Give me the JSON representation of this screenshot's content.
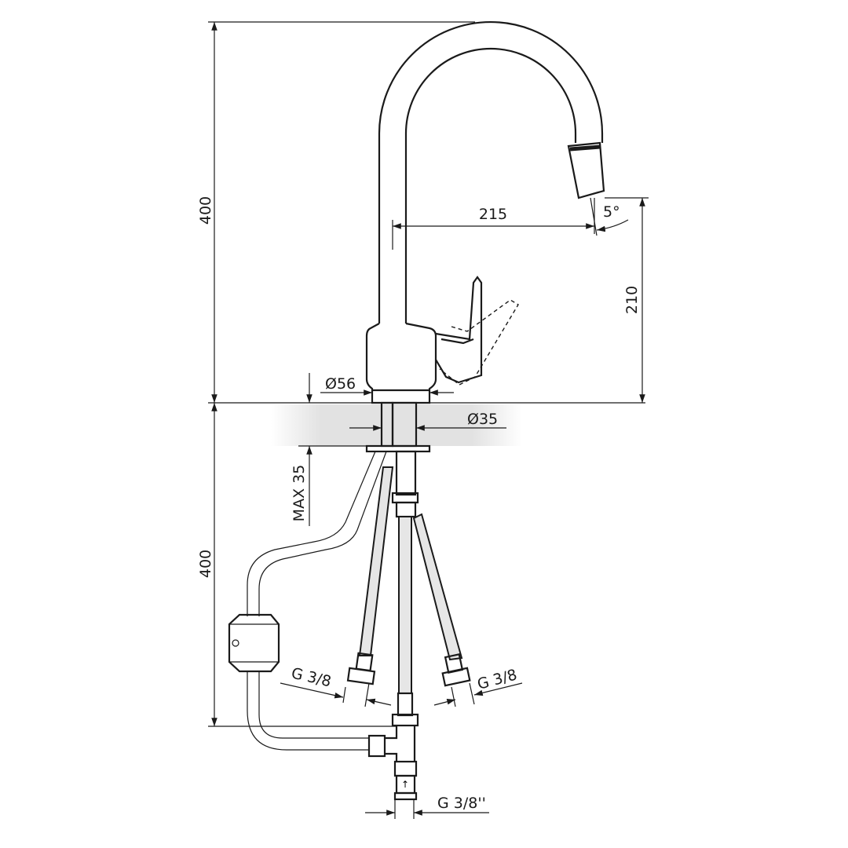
{
  "dimensions": {
    "total_height_above": "400",
    "total_height_below": "400",
    "spout_reach": "215",
    "spout_angle": "5°",
    "spout_height": "210",
    "base_diameter": "Ø56",
    "hole_diameter": "Ø35",
    "max_counter_thickness": "MAX 35",
    "hose_thread_left": "G 3/8",
    "hose_thread_right": "G 3/8",
    "inlet_thread": "G 3/8''"
  },
  "colors": {
    "line": "#1a1a1a",
    "countertop": "#e2e2e2",
    "hose": "#e6e6e6"
  }
}
